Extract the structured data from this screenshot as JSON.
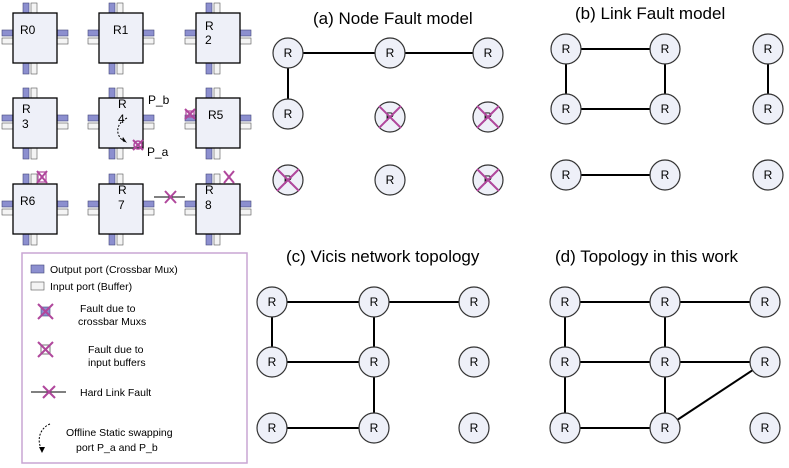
{
  "routers": [
    "R0",
    "R1",
    "R2",
    "R3",
    "R4",
    "R5",
    "R6",
    "R7",
    "R8"
  ],
  "port_labels": {
    "pb": "P_b",
    "pa": "P_a"
  },
  "legend": {
    "output_port": "Output port (Crossbar Mux)",
    "input_port": "Input port (Buffer)",
    "fault_mux_1": "Fault due to",
    "fault_mux_2": "crossbar Muxs",
    "fault_buf_1": "Fault due to",
    "fault_buf_2": "input buffers",
    "hard_link": "Hard Link Fault",
    "swap_1": "Offline Static swapping",
    "swap_2": "port P_a and P_b"
  },
  "panels": {
    "a": "(a) Node Fault model",
    "b": "(b) Link Fault model",
    "c": "(c) Vicis network topology",
    "d": "(d) Topology in this work"
  },
  "node_label": "R",
  "colors": {
    "fault": "#b0479c",
    "output_port": "#8c8fcf",
    "node_fill": "#eef0f8"
  }
}
